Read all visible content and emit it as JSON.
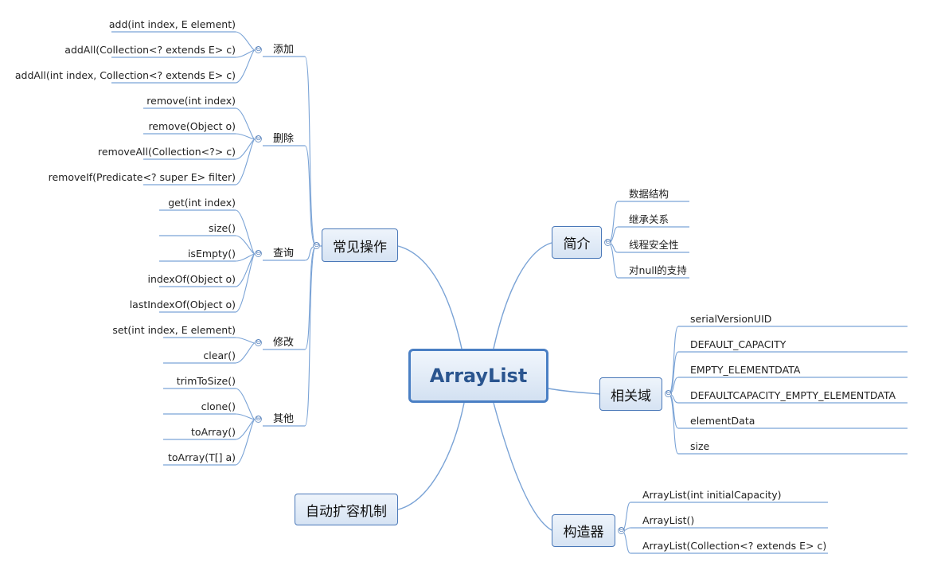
{
  "center": {
    "label": "ArrayList"
  },
  "branches": {
    "common_ops": {
      "label": "常见操作",
      "groups": {
        "add": {
          "label": "添加",
          "items": [
            "add(int index, E element)",
            "addAll(Collection<? extends E> c)",
            "addAll(int index, Collection<? extends E> c)"
          ]
        },
        "remove": {
          "label": "删除",
          "items": [
            "remove(int index)",
            "remove(Object o)",
            "removeAll(Collection<?> c)",
            "removeIf(Predicate<? super E> filter)"
          ]
        },
        "query": {
          "label": "查询",
          "items": [
            "get(int index)",
            "size()",
            "isEmpty()",
            "indexOf(Object o)",
            "lastIndexOf(Object o)"
          ]
        },
        "modify": {
          "label": "修改",
          "items": [
            "set(int index, E element)",
            "clear()"
          ]
        },
        "other": {
          "label": "其他",
          "items": [
            "trimToSize()",
            "clone()",
            "toArray()",
            "toArray(T[] a)"
          ]
        }
      }
    },
    "growth": {
      "label": "自动扩容机制"
    },
    "intro": {
      "label": "简介",
      "items": [
        "数据结构",
        "继承关系",
        "线程安全性",
        "对null的支持"
      ]
    },
    "fields": {
      "label": "相关域",
      "items": [
        "serialVersionUID",
        "DEFAULT_CAPACITY",
        "EMPTY_ELEMENTDATA",
        "DEFAULTCAPACITY_EMPTY_ELEMENTDATA",
        "elementData",
        "size"
      ]
    },
    "constructors": {
      "label": "构造器",
      "items": [
        "ArrayList(int initialCapacity)",
        "ArrayList()",
        "ArrayList(Collection<? extends E> c)"
      ]
    }
  },
  "toggle_symbol": "⊖",
  "colors": {
    "line": "#7aa3d6",
    "center_border": "#4a7fc4",
    "center_text": "#2a558f",
    "box_border": "#4a78b8"
  }
}
